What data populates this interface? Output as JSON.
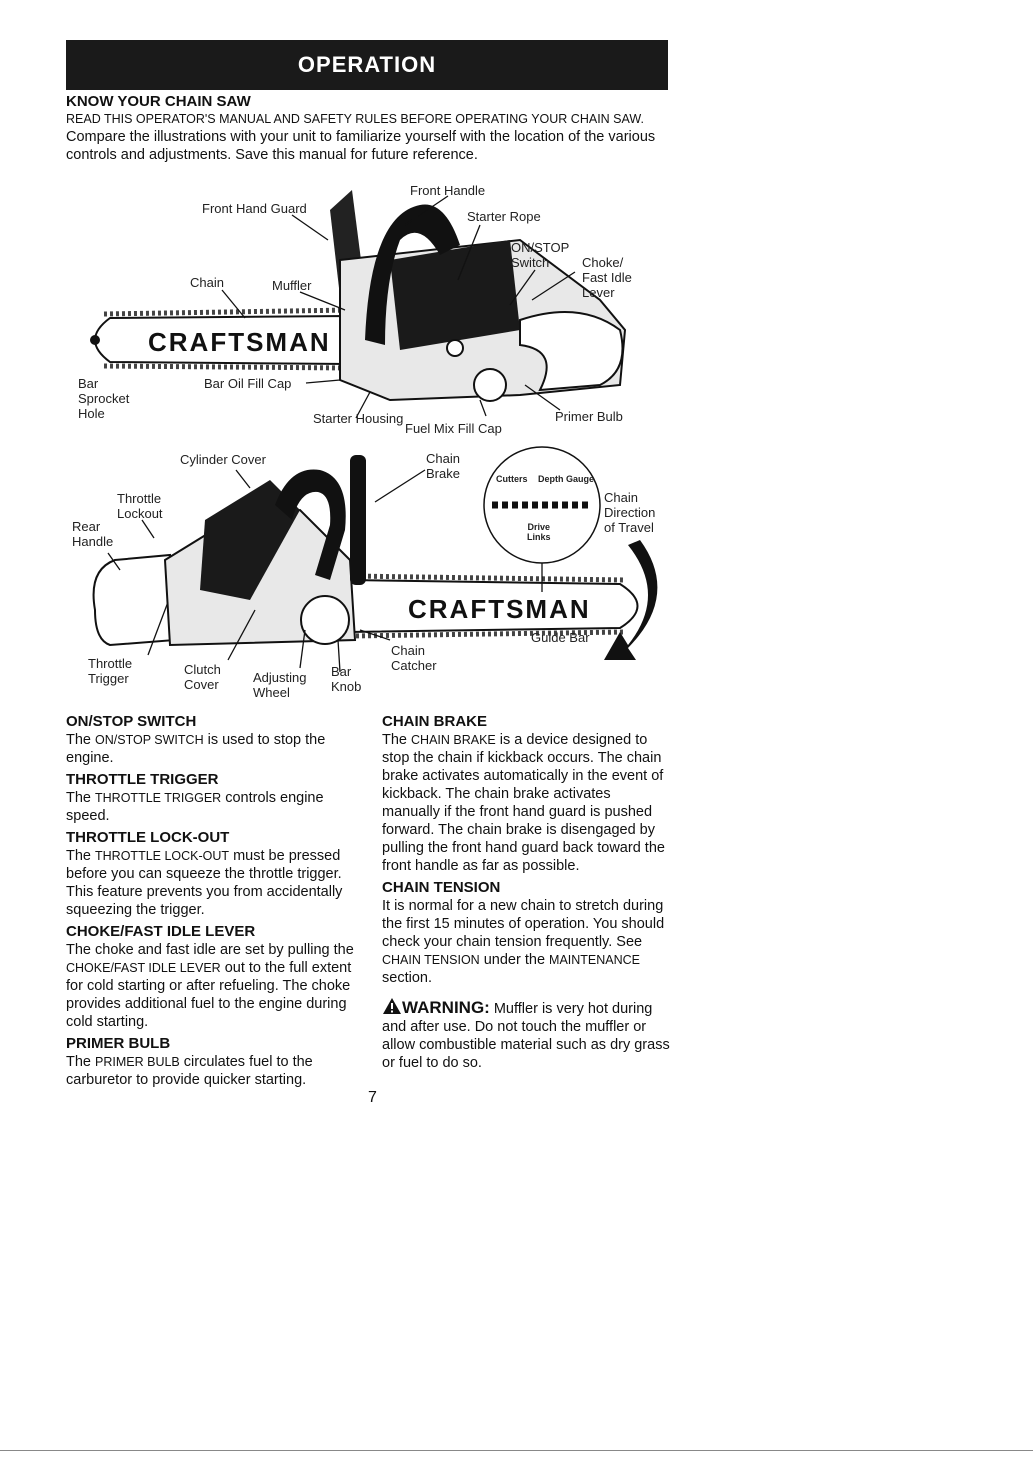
{
  "header": {
    "title": "OPERATION"
  },
  "know": {
    "heading": "KNOW YOUR CHAIN SAW",
    "caps_lead": "READ THIS OPERATOR'S MANUAL AND SAFETY RULES BEFORE OPERATING YOUR CHAIN SAW.",
    "body": " Compare the illustrations with your unit to familiarize yourself with the location of the various controls and adjustments. Save this manual for future reference."
  },
  "figure1": {
    "brand": "CRAFTSMAN",
    "labels": {
      "front_hand_guard": "Front Hand Guard",
      "front_handle": "Front Handle",
      "starter_rope": "Starter Rope",
      "on_stop_switch_1": "ON/STOP",
      "on_stop_switch_2": "Switch",
      "choke_1": "Choke/",
      "choke_2": "Fast Idle",
      "choke_3": "Lever",
      "chain": "Chain",
      "muffler": "Muffler",
      "bar_sprocket_1": "Bar",
      "bar_sprocket_2": "Sprocket",
      "bar_sprocket_3": "Hole",
      "bar_oil_fill_cap": "Bar Oil Fill Cap",
      "starter_housing": "Starter Housing",
      "fuel_mix_fill_cap": "Fuel Mix Fill Cap",
      "primer_bulb": "Primer Bulb"
    }
  },
  "figure2": {
    "brand": "CRAFTSMAN",
    "labels": {
      "cylinder_cover": "Cylinder Cover",
      "chain_brake_1": "Chain",
      "chain_brake_2": "Brake",
      "throttle_lockout_1": "Throttle",
      "throttle_lockout_2": "Lockout",
      "rear_handle_1": "Rear",
      "rear_handle_2": "Handle",
      "chain_direction_1": "Chain",
      "chain_direction_2": "Direction",
      "chain_direction_3": "of Travel",
      "cutters": "Cutters",
      "depth_gauge": "Depth Gauge",
      "drive_links_1": "Drive",
      "drive_links_2": "Links",
      "throttle_trigger_1": "Throttle",
      "throttle_trigger_2": "Trigger",
      "clutch_cover_1": "Clutch",
      "clutch_cover_2": "Cover",
      "adjusting_wheel_1": "Adjusting",
      "adjusting_wheel_2": "Wheel",
      "bar_knob_1": "Bar",
      "bar_knob_2": "Knob",
      "chain_catcher_1": "Chain",
      "chain_catcher_2": "Catcher",
      "guide_bar": "Guide Bar"
    }
  },
  "left_column": [
    {
      "heading": "ON/STOP SWITCH",
      "pre": "The ",
      "caps": "ON/STOP SWITCH",
      "post": " is used to stop the engine."
    },
    {
      "heading": "THROTTLE TRIGGER",
      "pre": "The ",
      "caps": "THROTTLE TRIGGER",
      "post": " controls engine speed."
    },
    {
      "heading": "THROTTLE LOCK-OUT",
      "pre": "The ",
      "caps": "THROTTLE LOCK-OUT",
      "post": " must be pressed before you can squeeze the throttle trigger. This feature prevents you from accidentally squeezing the trigger."
    },
    {
      "heading": "CHOKE/FAST IDLE LEVER",
      "pre": "The choke and fast idle are set by pulling the ",
      "caps": "CHOKE/FAST IDLE LEVER",
      "post": " out to the full extent for cold starting or after refueling. The choke provides additional fuel to the engine during cold starting."
    },
    {
      "heading": "PRIMER BULB",
      "pre": "The ",
      "caps": "PRIMER BULB",
      "post": " circulates fuel to the carburetor to provide quicker starting."
    }
  ],
  "right_column": {
    "chain_brake": {
      "heading": "CHAIN BRAKE",
      "pre": "The ",
      "caps": "CHAIN BRAKE",
      "post": " is a device designed to stop the chain if kickback occurs. The chain brake activates automatically in the event of kickback. The chain brake activates manually if the front hand guard is pushed forward. The chain brake is disengaged by pulling the front hand guard back toward the front handle as far as possible."
    },
    "chain_tension": {
      "heading": "CHAIN TENSION",
      "pre": "It is normal for a new chain to stretch during the first 15 minutes of operation. You should check your chain tension frequently. See ",
      "caps1": "CHAIN TENSION",
      "mid": " under the ",
      "caps2": "MAINTENANCE",
      "post": " section."
    },
    "warning": {
      "label": "WARNING:",
      "text": " Muffler is very hot during and after use. Do not touch the muffler or allow combustible material such as dry grass or fuel to do so."
    }
  },
  "footer": {
    "page_number": "7"
  }
}
